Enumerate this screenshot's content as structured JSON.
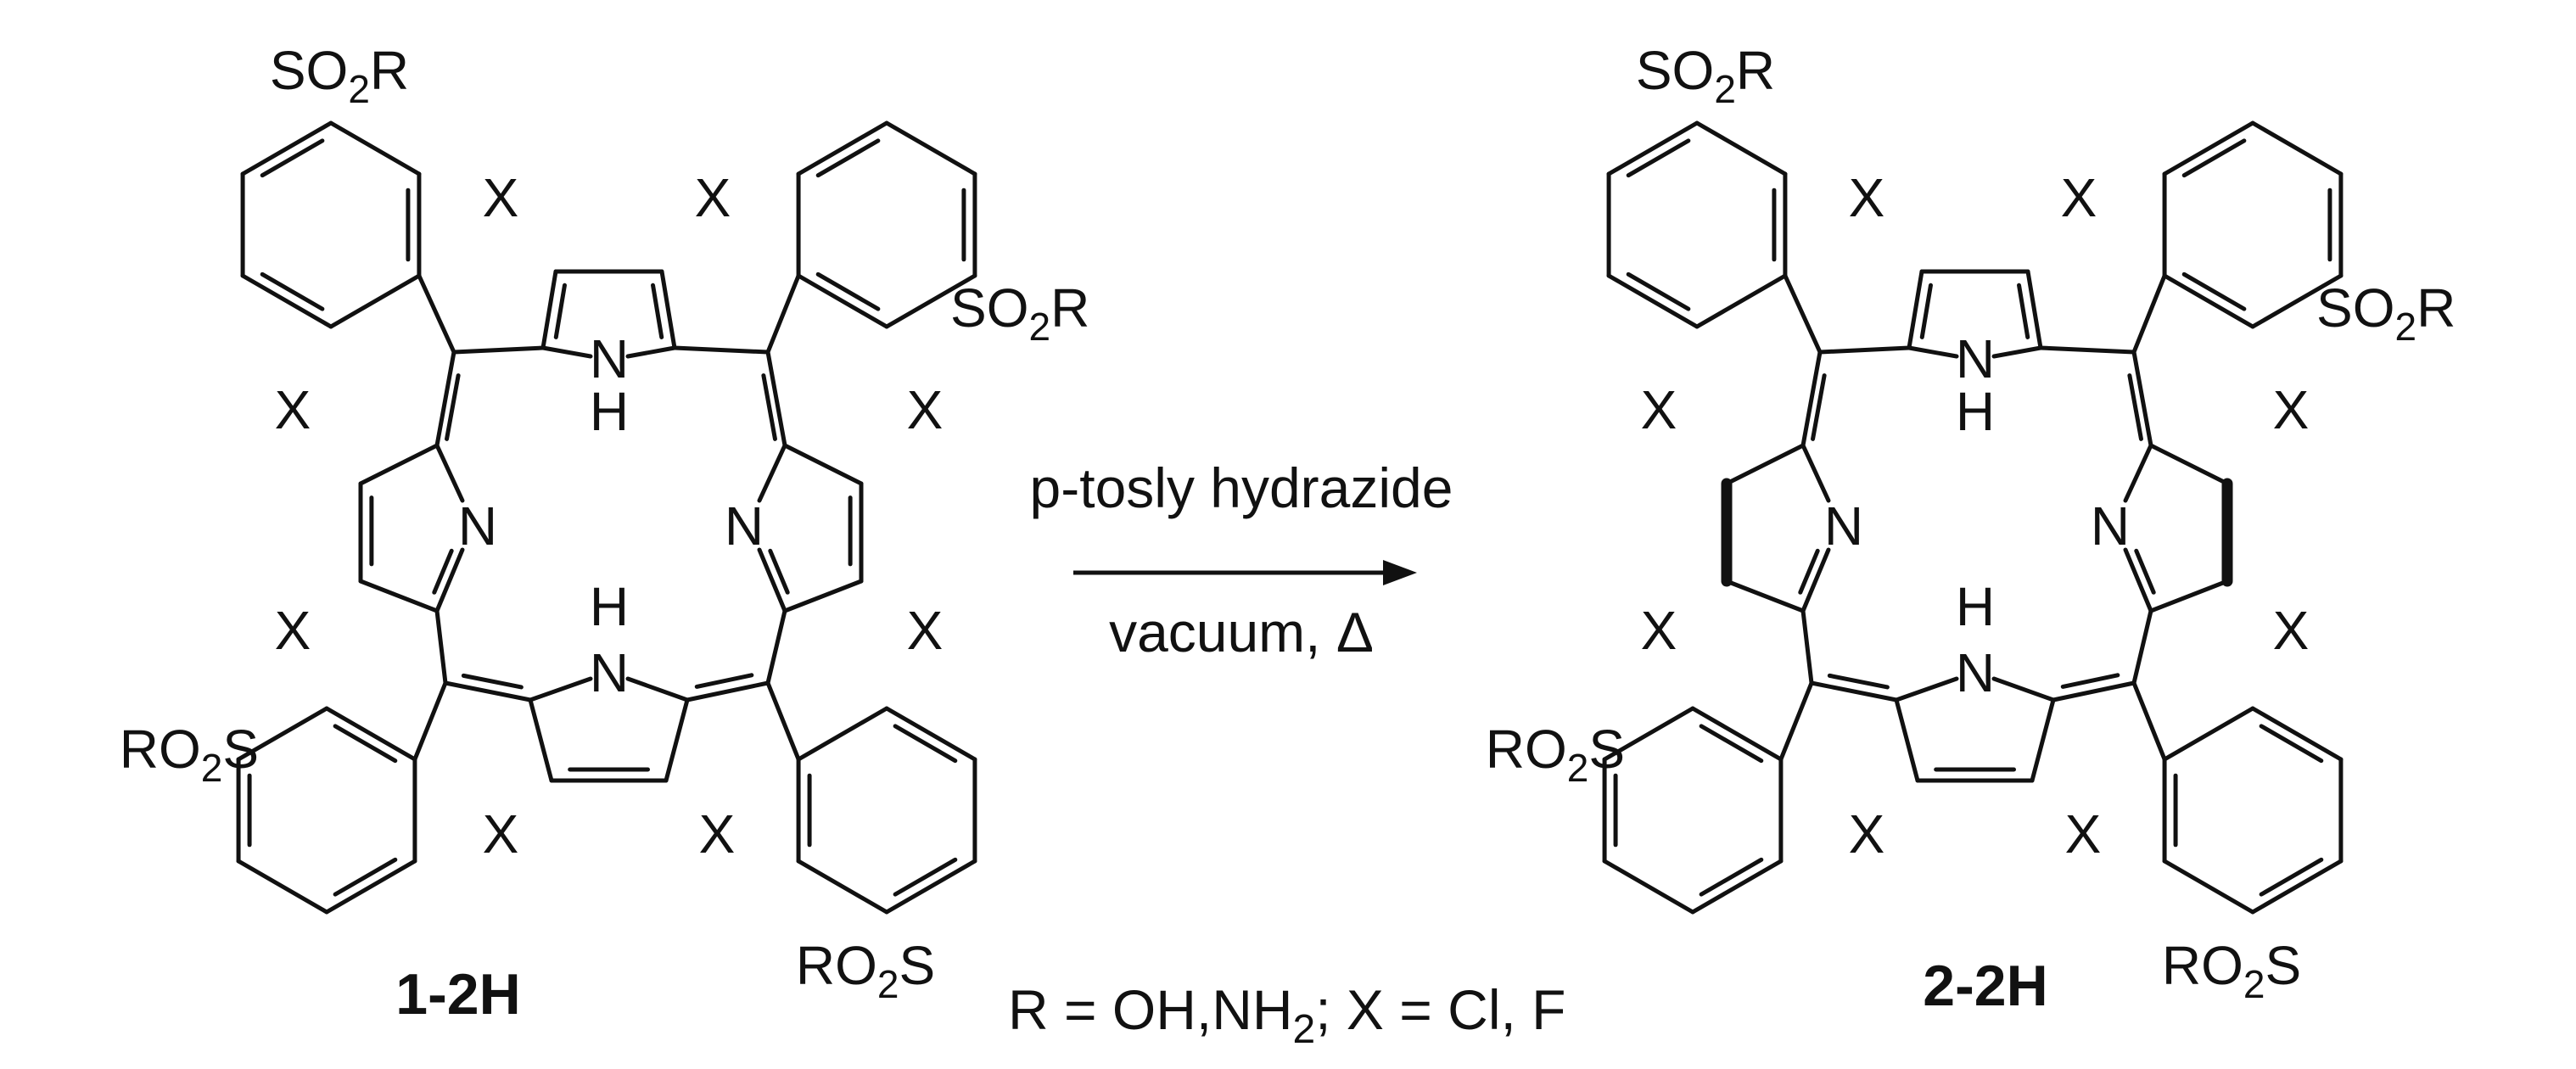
{
  "colors": {
    "ink": "#111111",
    "background": "#ffffff"
  },
  "reaction": {
    "reagent": "p-tosly hydrazide",
    "conditions": "vacuum, Δ"
  },
  "definition": {
    "lhs": "R = OH,NH",
    "nh_sub": "2",
    "rhs": "; X = Cl, F"
  },
  "compounds": [
    {
      "label": "1-2H"
    },
    {
      "label": "2-2H"
    }
  ],
  "substituents": {
    "so2r": {
      "a": "SO",
      "sub": "2",
      "b": "R"
    },
    "ro2s": {
      "a": "RO",
      "sub": "2",
      "b": "S"
    },
    "x": "X"
  },
  "atoms": {
    "n": "N",
    "nh_n": "N",
    "nh_h": "H"
  }
}
